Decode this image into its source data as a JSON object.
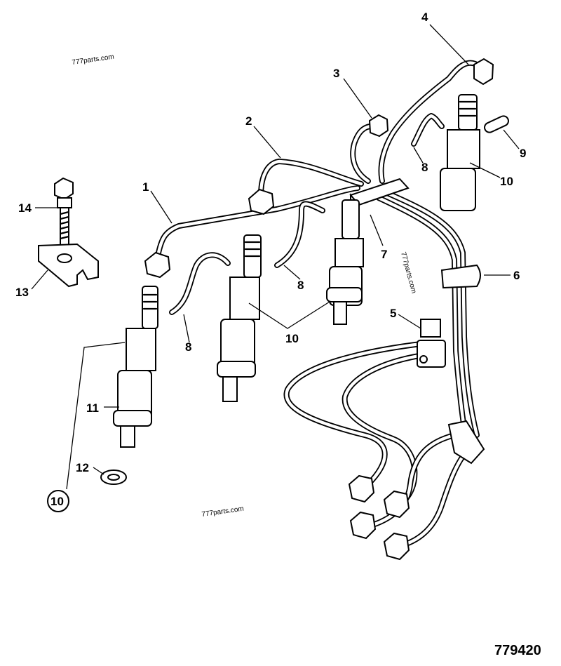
{
  "watermarks": [
    "777parts.com",
    "777parts.com",
    "777parts.com"
  ],
  "drawing_number": "779420",
  "callouts": {
    "c1": "1",
    "c2": "2",
    "c3": "3",
    "c4": "4",
    "c5": "5",
    "c6": "6",
    "c7": "7",
    "c8a": "8",
    "c8b": "8",
    "c8c": "8",
    "c9": "9",
    "c10a": "10",
    "c10b": "10",
    "c10c": "10",
    "c11": "11",
    "c12": "12",
    "c13": "13",
    "c14": "14"
  }
}
